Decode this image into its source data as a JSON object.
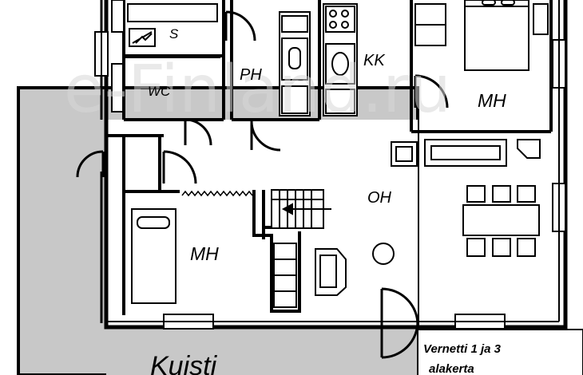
{
  "rooms": {
    "sauna": "S",
    "wc": "WC",
    "bathroom": "PH",
    "kitchen": "KK",
    "bedroom_top": "MH",
    "living_room": "OH",
    "bedroom_left": "MH",
    "porch": "Kuisti"
  },
  "note": {
    "line1": "Vernetti 1 ja 3",
    "line2": "alakerta"
  },
  "watermark": "e-Finland.ru",
  "colors": {
    "wall": "#000000",
    "porch_fill": "#c8c8c8",
    "background": "#ffffff"
  }
}
